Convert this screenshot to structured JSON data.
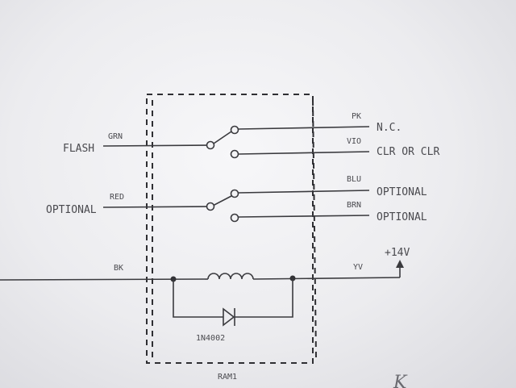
{
  "component": {
    "name": "RAM1"
  },
  "inputs": [
    {
      "label": "FLASH",
      "wire_color": "GRN"
    },
    {
      "label": "OPTIONAL",
      "wire_color": "RED"
    }
  ],
  "outputs": [
    {
      "wire_color": "PK",
      "label": "N.C."
    },
    {
      "wire_color": "VIO",
      "label": "CLR OR CLR"
    },
    {
      "wire_color": "BLU",
      "label": "OPTIONAL"
    },
    {
      "wire_color": "BRN",
      "label": "OPTIONAL"
    }
  ],
  "coil": {
    "input_color": "BK",
    "output_color": "YV",
    "supply": "+14V"
  },
  "diode": {
    "part": "1N4002"
  },
  "footer_scribble": "K"
}
